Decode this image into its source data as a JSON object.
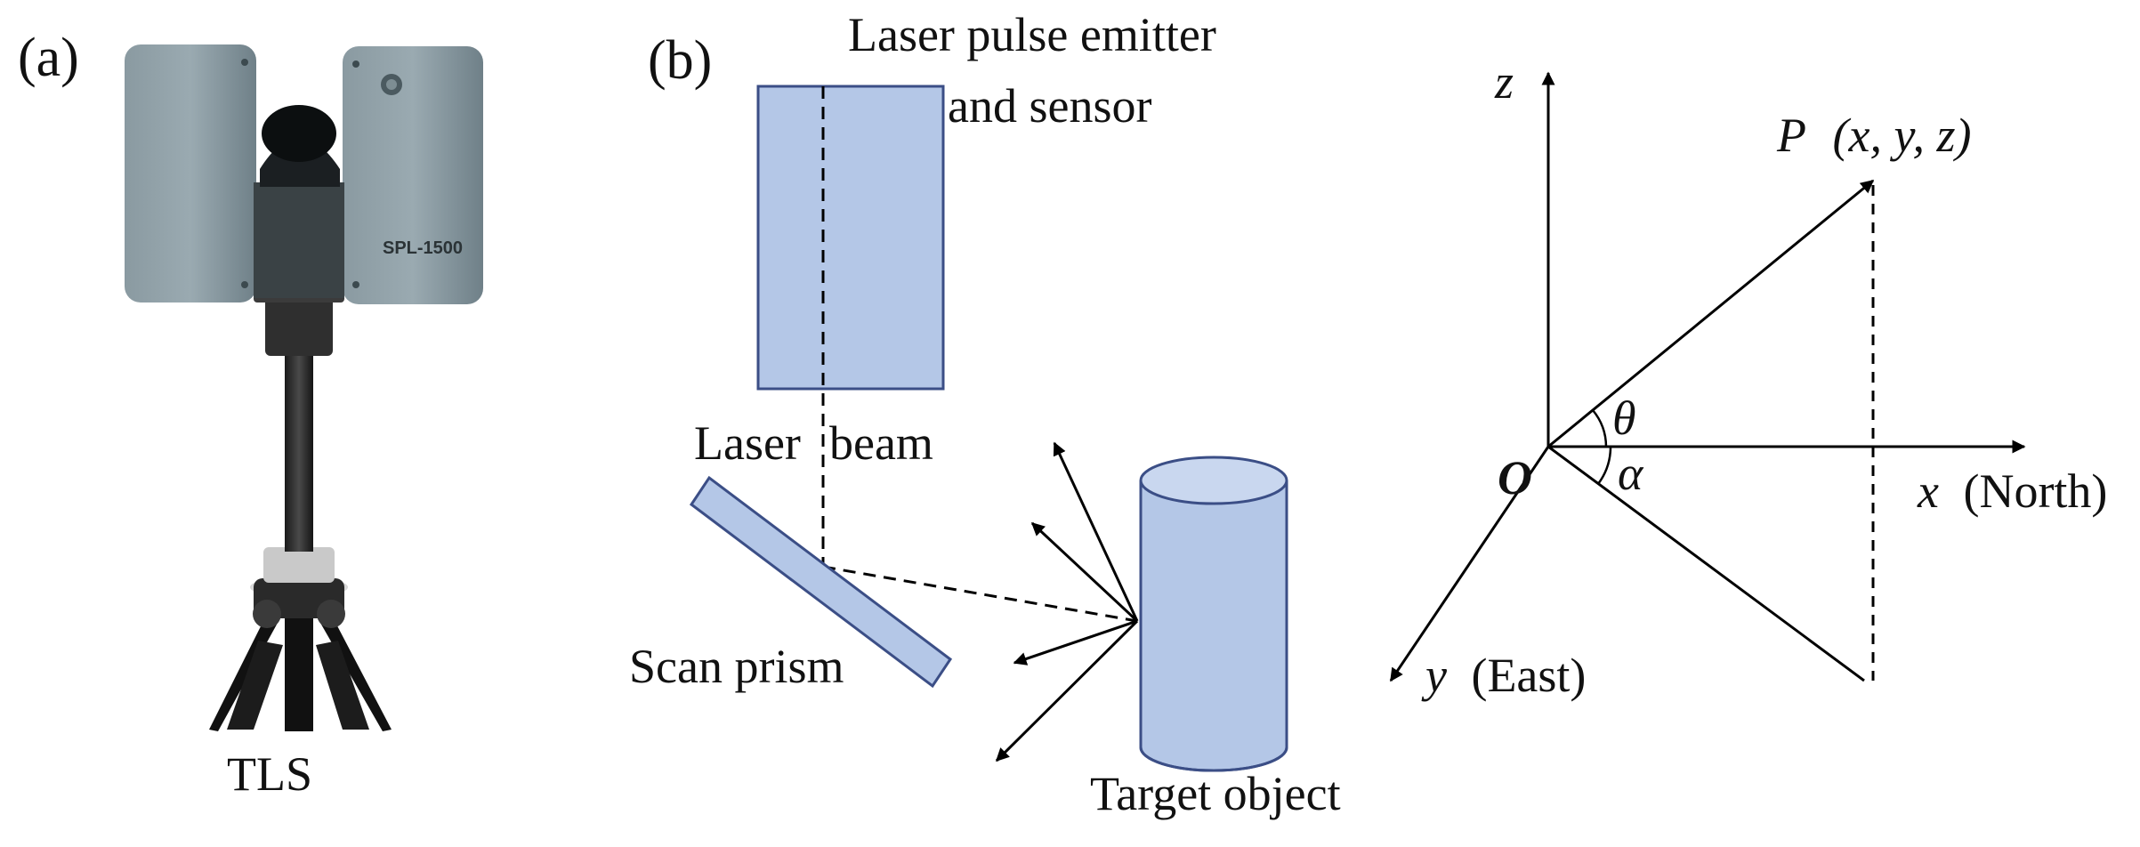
{
  "panel_a": {
    "label": "(a)",
    "device_label": "TLS",
    "device_model_text": "SPL-1500"
  },
  "panel_b": {
    "label": "(b)",
    "emitter_label_line1": "Laser pulse emitter",
    "emitter_label_line2": "and sensor",
    "beam_label_part1": "Laser",
    "beam_label_part2": "beam",
    "prism_label": "Scan prism",
    "target_label": "Target object"
  },
  "coords": {
    "z_axis": "z",
    "origin": "O",
    "point_P": "P",
    "point_coords": "(x, y, z)",
    "theta": "θ",
    "alpha": "α",
    "x_var": "x",
    "x_dir": "(North)",
    "y_var": "y",
    "y_dir": "(East)"
  },
  "colors": {
    "shape_fill": "#b4c7e7",
    "shape_stroke": "#3b4e86",
    "line": "#000000",
    "scanner_body": "#7f9097"
  }
}
